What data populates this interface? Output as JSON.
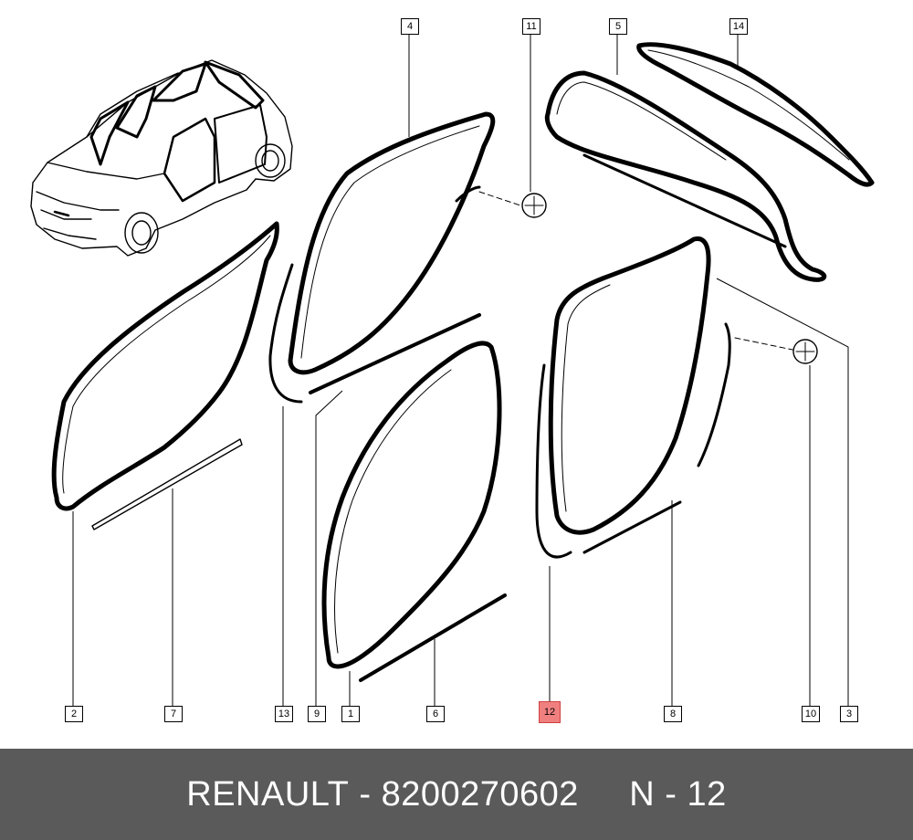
{
  "footer": {
    "brand": "RENAULT",
    "separator": " - ",
    "part_number": "8200270602",
    "gap": "     ",
    "ref": "N - 12"
  },
  "callouts": {
    "c4": "4",
    "c11": "11",
    "c5": "5",
    "c14": "14",
    "c2": "2",
    "c7": "7",
    "c13": "13",
    "c9": "9",
    "c1": "1",
    "c6": "6",
    "c12": "12",
    "c8": "8",
    "c10": "10",
    "c3": "3"
  },
  "highlighted_callout": "12",
  "colors": {
    "line": "#000000",
    "highlight": "#f08080",
    "footer_bg": "#5a5a5a"
  }
}
